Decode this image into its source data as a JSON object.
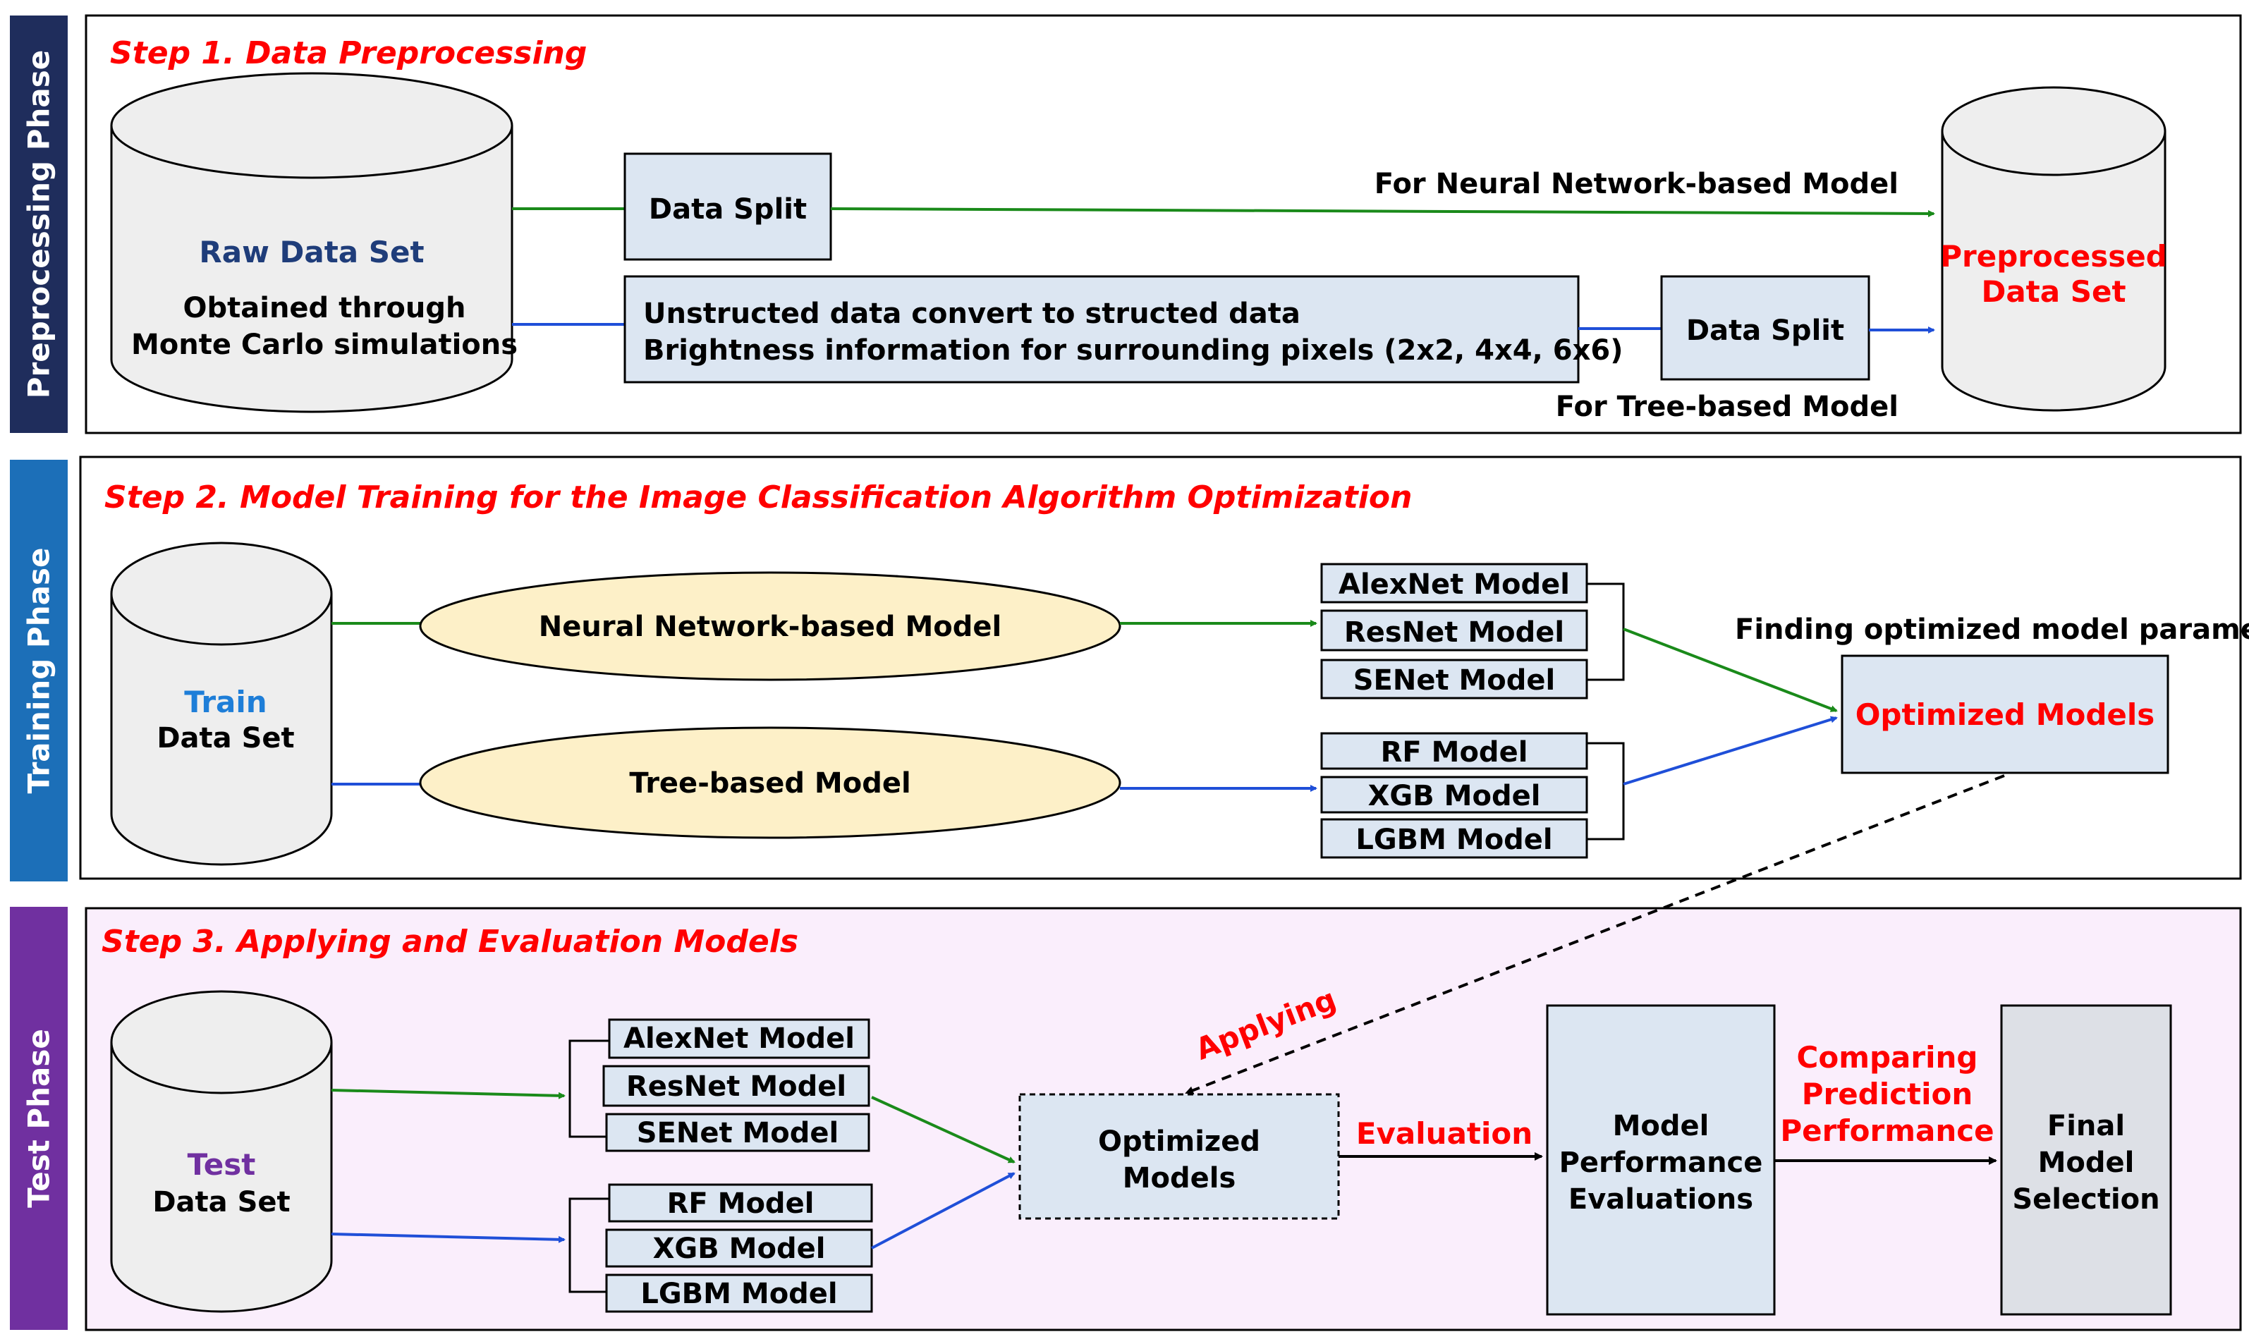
{
  "colors": {
    "preprocessing_phase": "#1f2d5c",
    "training_phase": "#1c6fb8",
    "test_phase": "#7030a0",
    "step_title": "#ff0000",
    "neural_path": "#1a8a1a",
    "tree_path": "#1f4fd8",
    "box_fill": "#dce6f2",
    "ellipse_fill": "#fdf0c8",
    "cylinder_fill": "#eeeeee",
    "test_panel_fill": "#faeefc",
    "raw_label": "#1f3d7a",
    "train_label": "#1e7ed8",
    "test_label": "#7030a0"
  },
  "phases": {
    "preprocessing": "Preprocessing Phase",
    "training": "Training Phase",
    "test": "Test Phase"
  },
  "step1": {
    "title": "Step 1. Data Preprocessing",
    "raw_data": {
      "label": "Raw Data Set",
      "line1": "Obtained through",
      "line2": "Monte Carlo simulations"
    },
    "data_split_top": "Data Split",
    "convert_line1": "Unstructed data convert to structed data",
    "convert_line2": "Brightness information for surrounding pixels (2x2,  4x4,  6x6)",
    "data_split_bottom": "Data Split",
    "neural_label": "For Neural Network-based Model",
    "tree_label": "For Tree-based Model",
    "preprocessed_line1": "Preprocessed",
    "preprocessed_line2": "Data Set"
  },
  "step2": {
    "title": "Step 2. Model Training for the Image Classification Algorithm Optimization",
    "train_label": "Train",
    "train_sub": "Data Set",
    "neural_model": "Neural Network-based Model",
    "tree_model": "Tree-based Model",
    "neural_models": [
      "AlexNet Model",
      "ResNet Model",
      "SENet Model"
    ],
    "tree_models": [
      "RF Model",
      "XGB Model",
      "LGBM Model"
    ],
    "finding_label": "Finding optimized model parameters",
    "optimized": "Optimized Models"
  },
  "step3": {
    "title": "Step 3. Applying and Evaluation Models",
    "test_label": "Test",
    "test_sub": "Data Set",
    "neural_models": [
      "AlexNet Model",
      "ResNet Model",
      "SENet Model"
    ],
    "tree_models": [
      "RF Model",
      "XGB Model",
      "LGBM Model"
    ],
    "applying": "Applying",
    "optimized_line1": "Optimized",
    "optimized_line2": "Models",
    "evaluation": "Evaluation",
    "perf_line1": "Model",
    "perf_line2": "Performance",
    "perf_line3": "Evaluations",
    "compare_line1": "Comparing",
    "compare_line2": "Prediction",
    "compare_line3": "Performance",
    "final_line1": "Final",
    "final_line2": "Model",
    "final_line3": "Selection"
  }
}
